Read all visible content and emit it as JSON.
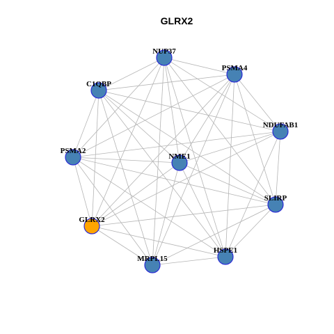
{
  "title": "GLRX2",
  "colors": {
    "node": "#4682b4",
    "highlight": "#ffa500",
    "edge": "#b4b4b4",
    "node_border": "#2b2bd6"
  },
  "nodes": [
    {
      "id": "NUP37",
      "label": "NUP37",
      "highlight": false
    },
    {
      "id": "PSMA4",
      "label": "PSMA4",
      "highlight": false
    },
    {
      "id": "C1QBP",
      "label": "C1QBP",
      "highlight": false
    },
    {
      "id": "NDUFAB1",
      "label": "NDUFAB1",
      "highlight": false
    },
    {
      "id": "PSMA2",
      "label": "PSMA2",
      "highlight": false
    },
    {
      "id": "NME1",
      "label": "NME1",
      "highlight": false
    },
    {
      "id": "SLIRP",
      "label": "SLIRP",
      "highlight": false
    },
    {
      "id": "GLRX2",
      "label": "GLRX2",
      "highlight": true
    },
    {
      "id": "HSPE1",
      "label": "HSPE1",
      "highlight": false
    },
    {
      "id": "MRPL15",
      "label": "MRPL15",
      "highlight": false
    }
  ],
  "edges": [
    [
      "NUP37",
      "PSMA4"
    ],
    [
      "NUP37",
      "C1QBP"
    ],
    [
      "NUP37",
      "NDUFAB1"
    ],
    [
      "NUP37",
      "PSMA2"
    ],
    [
      "NUP37",
      "NME1"
    ],
    [
      "NUP37",
      "SLIRP"
    ],
    [
      "NUP37",
      "GLRX2"
    ],
    [
      "NUP37",
      "HSPE1"
    ],
    [
      "NUP37",
      "MRPL15"
    ],
    [
      "PSMA4",
      "C1QBP"
    ],
    [
      "PSMA4",
      "NDUFAB1"
    ],
    [
      "PSMA4",
      "PSMA2"
    ],
    [
      "PSMA4",
      "NME1"
    ],
    [
      "PSMA4",
      "SLIRP"
    ],
    [
      "PSMA4",
      "GLRX2"
    ],
    [
      "PSMA4",
      "HSPE1"
    ],
    [
      "PSMA4",
      "MRPL15"
    ],
    [
      "C1QBP",
      "NDUFAB1"
    ],
    [
      "C1QBP",
      "PSMA2"
    ],
    [
      "C1QBP",
      "NME1"
    ],
    [
      "C1QBP",
      "SLIRP"
    ],
    [
      "C1QBP",
      "GLRX2"
    ],
    [
      "C1QBP",
      "HSPE1"
    ],
    [
      "C1QBP",
      "MRPL15"
    ],
    [
      "NDUFAB1",
      "PSMA2"
    ],
    [
      "NDUFAB1",
      "NME1"
    ],
    [
      "NDUFAB1",
      "SLIRP"
    ],
    [
      "NDUFAB1",
      "GLRX2"
    ],
    [
      "NDUFAB1",
      "HSPE1"
    ],
    [
      "PSMA2",
      "NME1"
    ],
    [
      "PSMA2",
      "SLIRP"
    ],
    [
      "PSMA2",
      "GLRX2"
    ],
    [
      "PSMA2",
      "HSPE1"
    ],
    [
      "PSMA2",
      "MRPL15"
    ],
    [
      "NME1",
      "SLIRP"
    ],
    [
      "NME1",
      "GLRX2"
    ],
    [
      "NME1",
      "HSPE1"
    ],
    [
      "NME1",
      "MRPL15"
    ],
    [
      "SLIRP",
      "GLRX2"
    ],
    [
      "SLIRP",
      "HSPE1"
    ],
    [
      "SLIRP",
      "MRPL15"
    ],
    [
      "GLRX2",
      "HSPE1"
    ],
    [
      "GLRX2",
      "MRPL15"
    ],
    [
      "HSPE1",
      "MRPL15"
    ]
  ]
}
